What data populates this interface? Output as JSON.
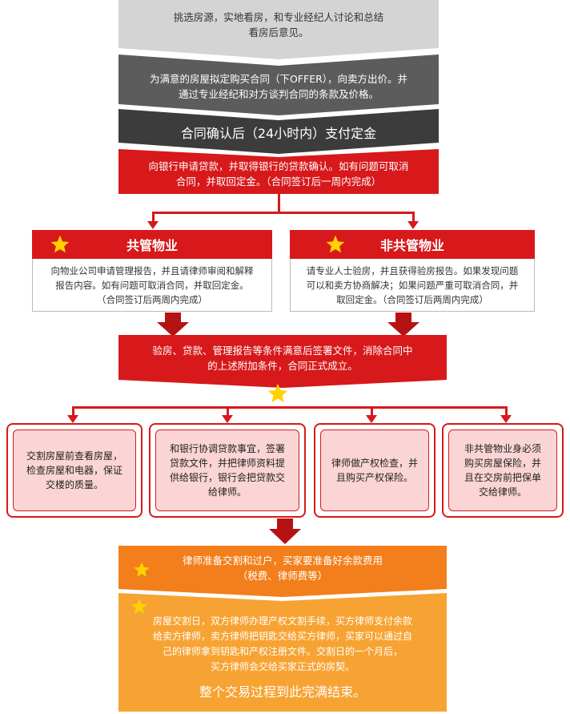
{
  "steps": {
    "s1": "挑选房源，实地看房，和专业经纪人讨论和总结\n看房后意见。",
    "s2": "为满意的房屋拟定购买合同（下OFFER），向卖方出价。并\n通过专业经纪和对方谈判合同的条款及价格。",
    "s3": "合同确认后（24小时内）支付定金",
    "s4": "向银行申请贷款，并取得银行的贷款确认。如有问题可取消\n合同，并取回定金。（合同签订后一周内完成）"
  },
  "branches": {
    "left": {
      "title": "共管物业",
      "body": "向物业公司申请管理报告，并且请律师审阅和解释\n报告内容。如有问题可取消合同，并取回定金。\n（合同签订后两周内完成）"
    },
    "right": {
      "title": "非共管物业",
      "body": "请专业人士验房，并且获得验房报告。如果发现问题\n可以和卖方协商解决；如果问题严重可取消合同，并\n取回定金。（合同签订后两周内完成）"
    }
  },
  "merge": "验房、贷款、管理报告等条件满意后签署文件，消除合同中\n的上述附加条件，合同正式成立。",
  "cards": [
    "交割房屋前查看房屋，\n检查房屋和电器，保证\n交楼的质量。",
    "和银行协调贷款事宜，签署\n贷款文件，并把律师资料提\n供给银行，银行会把贷款交\n给律师。",
    "律师做产权检查，并\n且购买产权保险。",
    "非共管物业身必须\n购买房屋保险，并\n且在交房前把保单\n交给律师。"
  ],
  "final1": "律师准备交割和过户，买家要准备好余款费用\n（税费、律师费等）",
  "final2": "房屋交割日，双方律师办理产权文割手续，买方律师支付余款\n给卖方律师，卖方律师把钥匙交给买方律师，买家可以通过自\n己的律师拿到钥匙和产权注册文件。交割日的一个月后，\n买方律师会交给买家正式的房契。",
  "ending": "整个交易过程到此完满结束。",
  "colors": {
    "gray_light": "#d4d4d4",
    "gray_mid": "#5c5c5c",
    "gray_dark": "#3c3c3c",
    "red": "#d7191b",
    "pink": "#fbd5d5",
    "orange": "#f28a1e",
    "orange_light": "#f7a93a",
    "star": "#ffd200"
  }
}
